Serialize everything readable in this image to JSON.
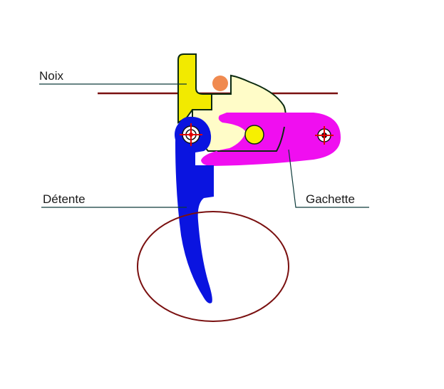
{
  "labels": {
    "noix": "Noix",
    "detente": "Détente",
    "gachette": "Gachette"
  },
  "colors": {
    "noix": "#f2ea00",
    "detente": "#0a14e0",
    "gachette": "#f00ef0",
    "sear_body": "#fffcc8",
    "pin_orange": "#f08a50",
    "pin_yellow": "#f7f000",
    "axis_line": "#7a1010",
    "oval": "#7a1010",
    "leader": "#0d3b3b",
    "crosshair": "#e00000"
  },
  "icons": {
    "pivot_marker": "crosshair-pivot-icon"
  }
}
